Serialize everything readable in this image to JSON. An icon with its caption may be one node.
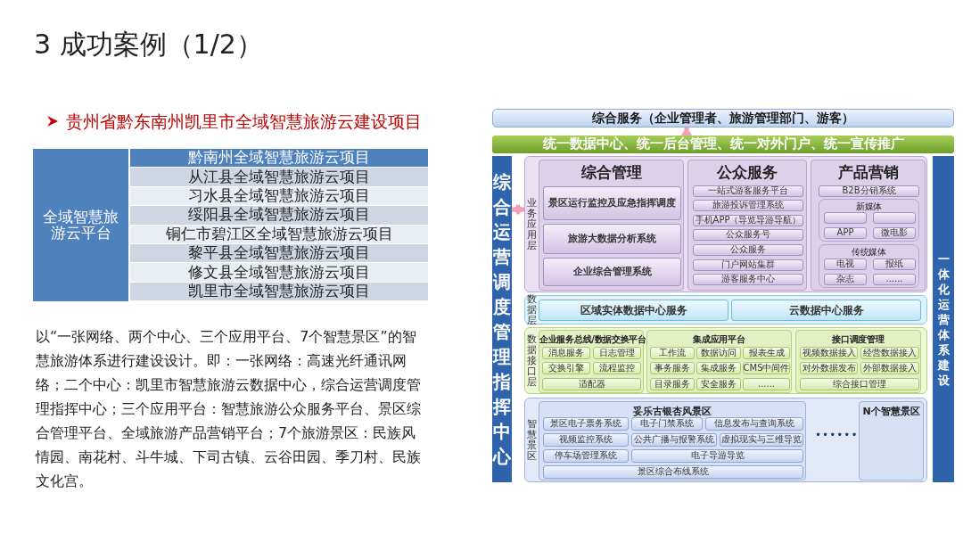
{
  "diagram": {
    "title": "3 成功案例（1/2）",
    "nodes": [
      {
        "text": [
          "综合服务（企业管理者、旅游管理部门、游客）"
        ]
      },
      {
        "text": [
          "统一数据中心、统一后台管理、统一对外门户、统一宣传推广"
        ]
      },
      {
        "text": [
          "综合运营调度管理指挥中心"
        ]
      },
      {
        "text": [
          "一体化运营体系建设"
        ]
      },
      {
        "text": [
          "业务应用层"
        ]
      },
      {
        "text": [
          "综合管理"
        ],
        "in": 4
      },
      {
        "text": [
          "景区运行监控及应急指挥调度"
        ],
        "in": 5
      },
      {
        "text": [
          "旅游大数据分析系统"
        ],
        "in": 5
      },
      {
        "text": [
          "企业综合管理系统"
        ],
        "in": 5
      },
      {
        "text": [
          "公众服务"
        ],
        "in": 4
      },
      {
        "text": [
          "一站式游客服务平台"
        ],
        "in": 9
      },
      {
        "text": [
          "旅游投诉管理系统"
        ],
        "in": 9
      },
      {
        "text": [
          "手机APP（导览导游导航）"
        ],
        "in": 9
      },
      {
        "text": [
          "公众服务号"
        ],
        "in": 9
      },
      {
        "text": [
          "公众服务"
        ],
        "in": 9
      },
      {
        "text": [
          "门户网站集群"
        ],
        "in": 9
      },
      {
        "text": [
          "游客服务中心"
        ],
        "in": 9
      },
      {
        "text": [
          "产品营销"
        ],
        "in": 4
      },
      {
        "text": [
          "B2B分销系统"
        ],
        "in": 17
      },
      {
        "text": [
          "新媒体"
        ],
        "in": 17
      },
      {
        "text": [],
        "shape": "box",
        "in": 19
      },
      {
        "text": [],
        "shape": "box",
        "in": 19
      },
      {
        "text": [
          "APP"
        ],
        "in": 19
      },
      {
        "text": [
          "微电影"
        ],
        "in": 19
      },
      {
        "text": [
          "传统媒体"
        ],
        "in": 17
      },
      {
        "text": [
          "电视"
        ],
        "in": 24
      },
      {
        "text": [
          "报纸"
        ],
        "in": 24
      },
      {
        "text": [
          "杂志"
        ],
        "in": 24
      },
      {
        "text": [
          "......"
        ],
        "in": 24
      },
      {
        "text": [
          "数据层"
        ]
      },
      {
        "text": [
          "区域实体数据中心服务"
        ],
        "in": 29
      },
      {
        "text": [
          "云数据中心服务"
        ],
        "in": 29
      },
      {
        "text": [
          "数据接口层"
        ]
      },
      {
        "text": [
          "企业服务总线/数据交换平台"
        ],
        "in": 32
      },
      {
        "text": [
          "消息服务"
        ],
        "in": 33
      },
      {
        "text": [
          "日志管理"
        ],
        "in": 33
      },
      {
        "text": [
          "交换引擎"
        ],
        "in": 33
      },
      {
        "text": [
          "流程监控"
        ],
        "in": 33
      },
      {
        "text": [
          "适配器"
        ],
        "in": 33
      },
      {
        "text": [
          "集成应用平台"
        ],
        "in": 32
      },
      {
        "text": [
          "工作流"
        ],
        "in": 39
      },
      {
        "text": [
          "数据访问"
        ],
        "in": 39
      },
      {
        "text": [
          "报表生成"
        ],
        "in": 39
      },
      {
        "text": [
          "事务服务"
        ],
        "in": 39
      },
      {
        "text": [
          "集成服务"
        ],
        "in": 39
      },
      {
        "text": [
          "CMS中间件"
        ],
        "in": 39
      },
      {
        "text": [
          "目录服务"
        ],
        "in": 39
      },
      {
        "text": [
          "安全服务"
        ],
        "in": 39
      },
      {
        "text": [
          "......"
        ],
        "in": 39
      },
      {
        "text": [
          "接口调度管理"
        ],
        "in": 32
      },
      {
        "text": [
          "视频数据接入"
        ],
        "in": 49
      },
      {
        "text": [
          "经营数据接入"
        ],
        "in": 49
      },
      {
        "text": [
          "对外数据发布"
        ],
        "in": 49
      },
      {
        "text": [
          "外部数据接入"
        ],
        "in": 49
      },
      {
        "text": [
          "综合接口管理"
        ],
        "in": 49
      },
      {
        "text": [
          "智慧景区"
        ]
      },
      {
        "text": [
          "妥乐古银杏风景区"
        ],
        "in": 55
      },
      {
        "text": [
          "景区电子票务系统"
        ],
        "in": 56
      },
      {
        "text": [
          "电子门禁系统"
        ],
        "in": 56
      },
      {
        "text": [
          "信息发布与查询系统"
        ],
        "in": 56
      },
      {
        "text": [
          "视频监控系统"
        ],
        "in": 56
      },
      {
        "text": [
          "公共广播与报警系统"
        ],
        "in": 56
      },
      {
        "text": [
          "虚拟现实与三维导览"
        ],
        "in": 56
      },
      {
        "text": [
          "停车场管理系统"
        ],
        "in": 56
      },
      {
        "text": [
          "电子导游导览"
        ],
        "in": 56
      },
      {
        "text": [
          "景区综合布线系统"
        ],
        "in": 56
      },
      {
        "text": [
          "N个智慧景区"
        ],
        "in": 55
      }
    ],
    "edges": [
      {
        "from": 1,
        "to": 0,
        "arrow": "to"
      },
      {
        "from": 2,
        "to": 4,
        "arrow": "both"
      }
    ],
    "labels": [
      "贵州省黔东南州凯里市全域智慧旅游云建设项目",
      "全域智慧旅游云平台",
      "黔南州全域智慧旅游云项目",
      "从江县全域智慧旅游云项目",
      "习水县全域智慧旅游云项目",
      "绥阳县全域智慧旅游云项目",
      "铜仁市碧江区全域智慧旅游云项目",
      "黎平县全域智慧旅游云项目",
      "修文县全域智慧旅游云项目",
      "凯里市全域智慧旅游云项目",
      "以“一张网络、两个中心、三个应用平台、7个智慧景区”的智慧旅游体系进行建设设计。即：一张网络：高速光纤通讯网络；二个中心：凯里市智慧旅游云数据中心，综合运营调度管理指挥中心；三个应用平台：智慧旅游公众服务平台、景区综合管理平台、全域旅游产品营销平台；7个旅游景区：民族风情园、南花村、斗牛城、下司古镇、云谷田园、季刀村、民族文化宫。",
      "••••••"
    ]
  }
}
